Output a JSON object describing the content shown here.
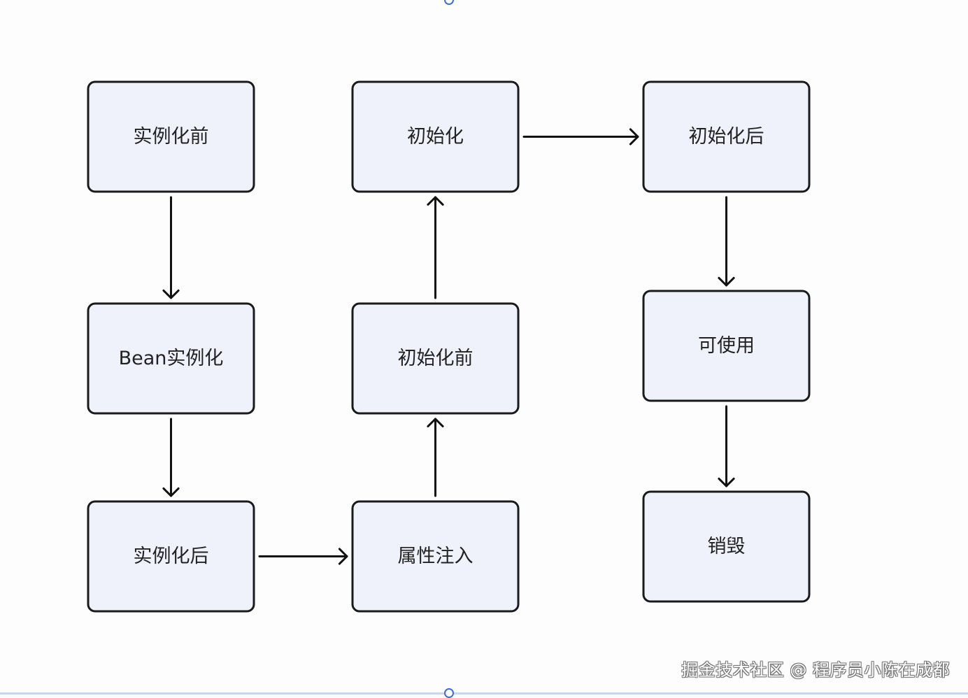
{
  "diagram": {
    "nodes": [
      {
        "id": "pre-instantiation",
        "label": "实例化前"
      },
      {
        "id": "bean-instantiation",
        "label": "Bean实例化"
      },
      {
        "id": "post-instantiation",
        "label": "实例化后"
      },
      {
        "id": "property-injection",
        "label": "属性注入"
      },
      {
        "id": "pre-initialization",
        "label": "初始化前"
      },
      {
        "id": "initialization",
        "label": "初始化"
      },
      {
        "id": "post-initialization",
        "label": "初始化后"
      },
      {
        "id": "ready-to-use",
        "label": "可使用"
      },
      {
        "id": "destruction",
        "label": "销毁"
      }
    ],
    "edges": [
      {
        "from": "pre-instantiation",
        "to": "bean-instantiation"
      },
      {
        "from": "bean-instantiation",
        "to": "post-instantiation"
      },
      {
        "from": "post-instantiation",
        "to": "property-injection"
      },
      {
        "from": "property-injection",
        "to": "pre-initialization"
      },
      {
        "from": "pre-initialization",
        "to": "initialization"
      },
      {
        "from": "initialization",
        "to": "post-initialization"
      },
      {
        "from": "post-initialization",
        "to": "ready-to-use"
      },
      {
        "from": "ready-to-use",
        "to": "destruction"
      }
    ]
  },
  "watermark": "掘金技术社区 @ 程序员小陈在成都",
  "colors": {
    "node_fill": "#eff2fa",
    "node_stroke": "#1a1a1a",
    "arrow": "#111111",
    "handle": "#3b6fd8"
  }
}
